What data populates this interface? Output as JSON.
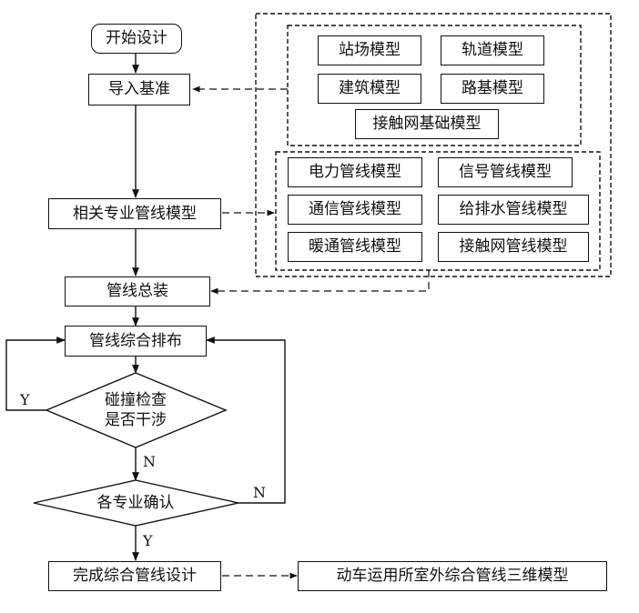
{
  "flow": {
    "start": "开始设计",
    "import": "导入基准",
    "related": "相关专业管线模型",
    "assembly": "管线总装",
    "layout": "管线综合排布",
    "collision": "碰撞检查\n是否干涉",
    "confirm": "各专业确认",
    "finish": "完成综合管线设计",
    "output": "动车运用所室外综合管线三维模型"
  },
  "base_models": {
    "station": "站场模型",
    "track": "轨道模型",
    "building": "建筑模型",
    "subgrade": "路基模型",
    "catenary_foundation": "接触网基础模型"
  },
  "pipeline_models": {
    "power": "电力管线模型",
    "signal": "信号管线模型",
    "comm": "通信管线模型",
    "water": "给排水管线模型",
    "hvac": "暖通管线模型",
    "catenary": "接触网管线模型"
  },
  "labels": {
    "yes1": "Y",
    "no1": "N",
    "no2": "N",
    "yes2": "Y"
  },
  "colors": {
    "stroke": "#111111",
    "background": "#ffffff"
  }
}
